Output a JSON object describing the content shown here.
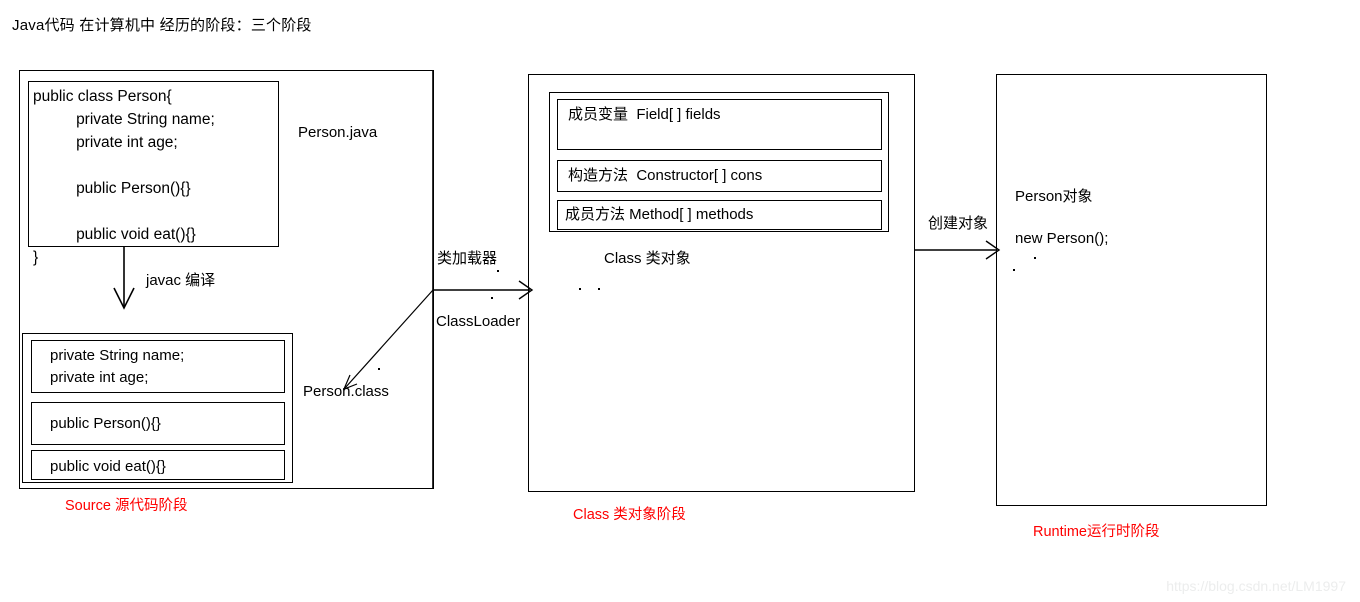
{
  "title": "Java代码 在计算机中 经历的阶段：三个阶段",
  "watermark": "https://blog.csdn.net/LM1997",
  "colors": {
    "stroke": "#000000",
    "stage_label": "#ff0000",
    "watermark": "#eceded",
    "background": "#ffffff"
  },
  "source_stage": {
    "stage_label": "Source 源代码阶段",
    "file_label": "Person.java",
    "class_file_label": "Person.class",
    "compile_label": "javac 编译",
    "source_code": "public class Person{\n          private String name;\n          private int age;\n\n          public Person(){}\n\n          public void eat(){}\n}",
    "compiled_members": [
      "private String name;\nprivate int age;",
      "public Person(){}",
      "public void eat(){}"
    ]
  },
  "classloader": {
    "top_label": "类加载器",
    "bottom_label": "ClassLoader"
  },
  "class_stage": {
    "stage_label": "Class 类对象阶段",
    "object_label": "Class 类对象",
    "members": [
      "成员变量  Field[ ] fields",
      "构造方法  Constructor[ ] cons",
      "成员方法 Method[ ] methods"
    ]
  },
  "create_object": {
    "label": "创建对象"
  },
  "runtime_stage": {
    "stage_label": "Runtime运行时阶段",
    "object_label": "Person对象",
    "code_label": "new Person();"
  }
}
